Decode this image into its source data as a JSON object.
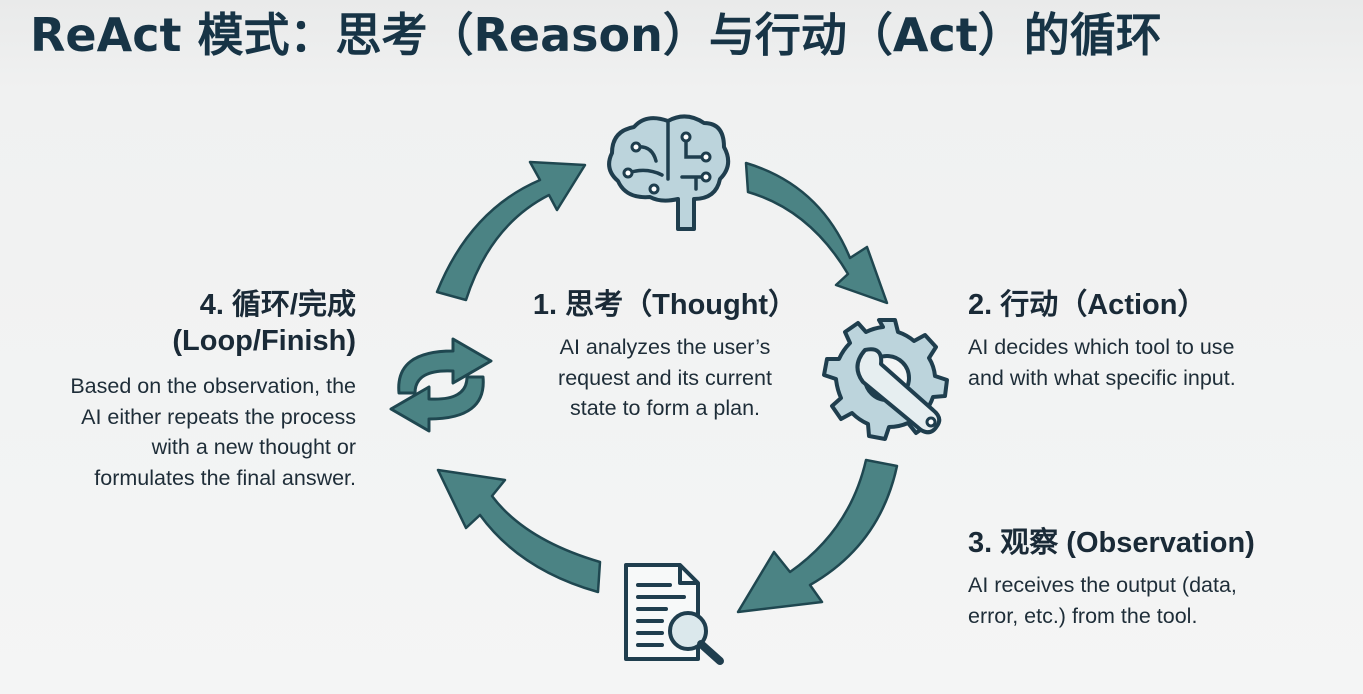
{
  "title": "ReAct 模式：思考（Reason）与行动（Act）的循环",
  "stages": {
    "thought": {
      "heading": "1. 思考（Thought）",
      "lines": [
        "AI analyzes the user’s",
        "request and its current",
        "state to form a plan."
      ],
      "icon": "brain-circuit-icon"
    },
    "action": {
      "heading": "2. 行动（Action）",
      "lines": [
        "AI decides which tool to use",
        "and with what specific input."
      ],
      "icon": "gear-wrench-icon"
    },
    "observation": {
      "heading": "3. 观察 (Observation)",
      "lines": [
        "AI receives the output (data,",
        "error, etc.) from the tool."
      ],
      "icon": "document-magnifier-icon"
    },
    "loop": {
      "heading_line1": "4. 循环/完成",
      "heading_line2": "(Loop/Finish)",
      "lines": [
        "Based on the observation, the",
        "AI either repeats the process",
        "with a new thought or",
        "formulates the final answer."
      ],
      "icon": "refresh-arrows-icon"
    }
  },
  "colors": {
    "arrow_fill": "#4b8384",
    "arrow_stroke": "#1f4750",
    "icon_fill": "#bcd4dc",
    "icon_stroke": "#1f3e4e",
    "title": "#173446"
  }
}
